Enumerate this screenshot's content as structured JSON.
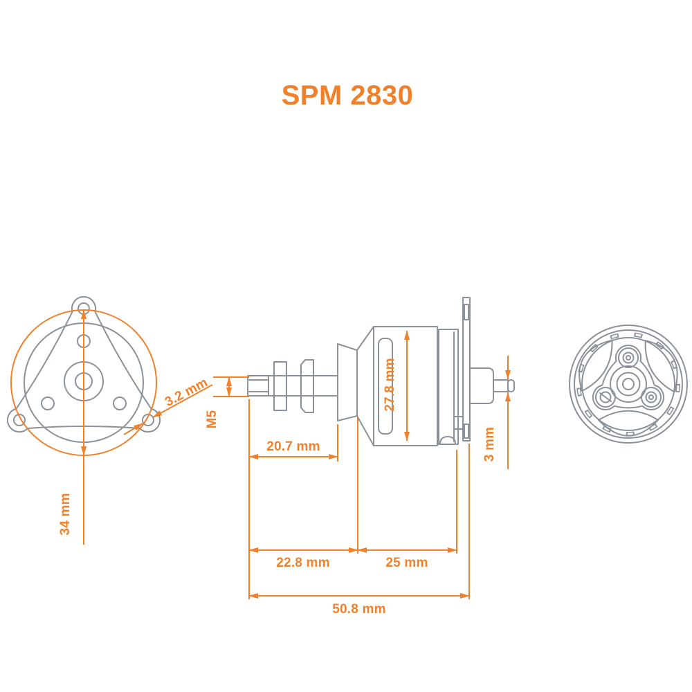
{
  "title": "SPM 2830",
  "dimensions": {
    "front_mount_hole": "3.2 mm",
    "front_diameter": "34 mm",
    "shaft_thread": "M5",
    "shaft_length": "20.7 mm",
    "can_diameter": "27.8 mm",
    "front_section_length": "22.8 mm",
    "can_length": "25 mm",
    "overall_length": "50.8 mm",
    "rear_shaft_length": "3 mm"
  },
  "colors": {
    "accent_orange": "#F0812A",
    "drawing_grey": "#8A9199"
  }
}
